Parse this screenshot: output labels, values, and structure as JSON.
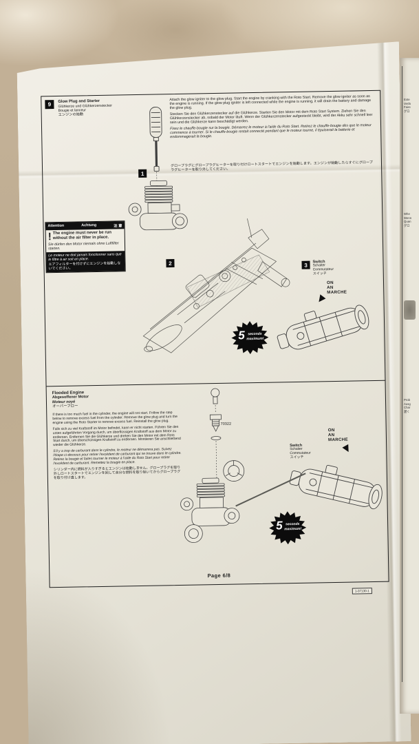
{
  "section9": {
    "number": "9",
    "title_en": "Glow Plug and Starter",
    "title_de": "Glühkerze und Glühkerzenstecker",
    "title_fr": "Bougie et lanceur",
    "title_jp": "エンジンの始動",
    "intro_en": "Attach the glow igniter to the glow plug. Start the engine by cranking with the Roto Start. Remove the glow igniter as soon as the engine is running. If the glow plug igniter is left connected while the engine is running, it will drain the battery and damage the glow plug.",
    "intro_de": "Stecken Sie den Glühkerzenstecker auf die Glühkerze. Starten Sie den Motor mit dem Roto Start System. Ziehen Sie den Glühkerzenstecker ab, sobald der Motor läuft. Wenn der Glühkerzenstecker aufgesteckt bleibt, wird der Akku sehr schnell leer sein und die Glühkerze kann beschädigt werden.",
    "intro_fr": "Fixez le chauffe-bougie sur la bougie. Démarrez le moteur à l'aide du Roto Start. Retirez le chauffe-bougie dès que le moteur commence à tourner. Si le chauffe-bougie restait connecté pendant que le moteur tourne, il épuiserait la batterie et endommagerait la bougie.",
    "intro_jp": "グロープラグにグロープラグヒーターを取り付けロートスタートでエンジンを始動します。エンジンが始動したらすぐにグロープラグヒーターを取り外してください。"
  },
  "attention": {
    "label_en": "Attention",
    "label_de": "Achtung",
    "label_jp": "注 意",
    "bang": "!",
    "text_en": "The engine must never be run without the air filter in place.",
    "text_de": "Sie dürfen den Motor niemals ohne Luftfilter starten.",
    "text_fr": "Le moteur ne doit jamais fonctionner sans que le filtre à air soit en place.",
    "text_jp": "エアフィルターを付けずにエンジンを始動しないでください。"
  },
  "steps": {
    "one": "1",
    "two": "2",
    "three": "3"
  },
  "switch_label": {
    "en": "Switch",
    "de": "Schalter",
    "fr": "Commutateur",
    "jp": "スイッチ"
  },
  "on_label": {
    "l1": "ON",
    "l2": "AN",
    "l3": "MARCHE"
  },
  "badge": {
    "number": "5",
    "line1": "seconds",
    "line2": "maximum!"
  },
  "flooded": {
    "title_en": "Flooded Engine",
    "title_de": "Abgesoffener Motor",
    "title_fr": "Moteur noyé",
    "title_jp": "オーバーフロー",
    "text_en": "If there is too much fuel in the cylinder, the engine will not start. Follow the step below to remove excess fuel from the cylinder. Remove the glow plug and turn the engine using the Roto Starter to remove excess fuel. Reinstall the glow plug.",
    "text_de": "Falls sich zu viel Kraftstoff im Motor befindet, kann er nicht starten. Führen Sie den unten aufgeführten Vorgang durch, um überflüssigen Kraftstoff aus dem Motor zu entfernen. Entfernen Sie die Glühkerze und drehen Sie den Motor mit dem Roto Start durch, um überschüssigen Kraftstoff zu entfernen. Montieren Sie anschließend wieder die Glühkerze.",
    "text_fr": "S'il y a trop de carburant dans le cylindre, le moteur ne démarrera pas. Suivez l'étape ci-dessous pour retirer l'excédent de carburant qui se trouve dans le cylindre. Retirez la bougie et faites tourner le moteur à l'aide du Roto Start pour retirer l'excédent de carburant. Remettez la bougie en place.",
    "text_jp": "シリンダー内に燃料が入りすぎるとエンジンは始動しません。グロープラグを取り外しロートスタートでエンジンを回して余分な燃料を取り除いてからグロープラグを取り付け直します。"
  },
  "part_number": "70322",
  "footer": {
    "page": "Page 6/8",
    "code": "1-07130-1"
  },
  "side_sheet": {
    "fragments": [
      "Exte",
      "Verlä",
      "Faire",
      "グロ",
      "Whe",
      "Wenn",
      "Quan",
      "グロ",
      "Prob",
      "Ausg",
      "Char",
      "遅く"
    ]
  }
}
